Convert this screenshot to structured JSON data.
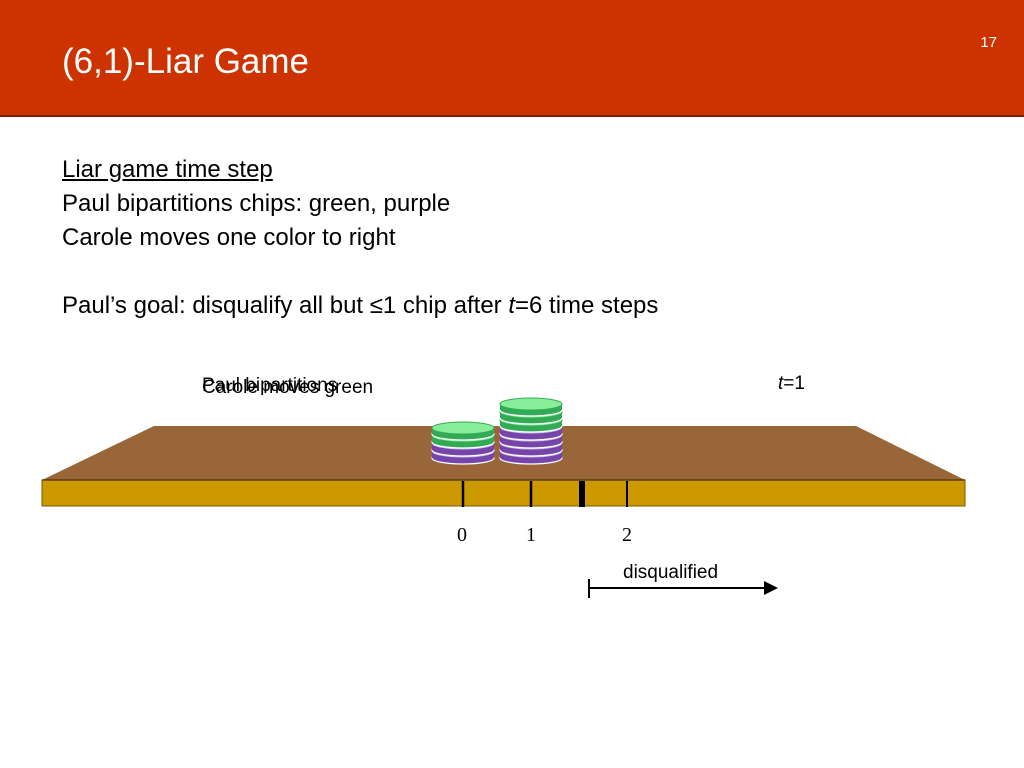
{
  "slide": {
    "title": "(6,1)-Liar Game",
    "number": "17"
  },
  "body": {
    "heading": "Liar game time step",
    "line1": "Paul bipartitions chips: green, purple",
    "line2": "Carole moves one color to right",
    "goal_prefix": "Paul’s goal: disqualify all but ≤1 chip after ",
    "goal_var": "t",
    "goal_suffix": "=6 time steps"
  },
  "diagram": {
    "overlay_label_a": "Paul bipartitions",
    "overlay_label_b": "Carole moves green",
    "time_var": "t",
    "time_value": "=1",
    "positions": [
      "0",
      "1",
      "2"
    ],
    "disqualified_label": "disqualified",
    "stacks": [
      {
        "position": "0",
        "green": 2,
        "purple": 2
      },
      {
        "position": "1",
        "green": 3,
        "purple": 4
      }
    ],
    "colors": {
      "header": "#cc3300",
      "board_top": "#99663a",
      "board_front": "#cc9900",
      "chip_green": "#33aa55",
      "chip_green_light": "#88ee99",
      "chip_purple": "#7744aa",
      "chip_purple_light": "#ccbbee"
    }
  }
}
